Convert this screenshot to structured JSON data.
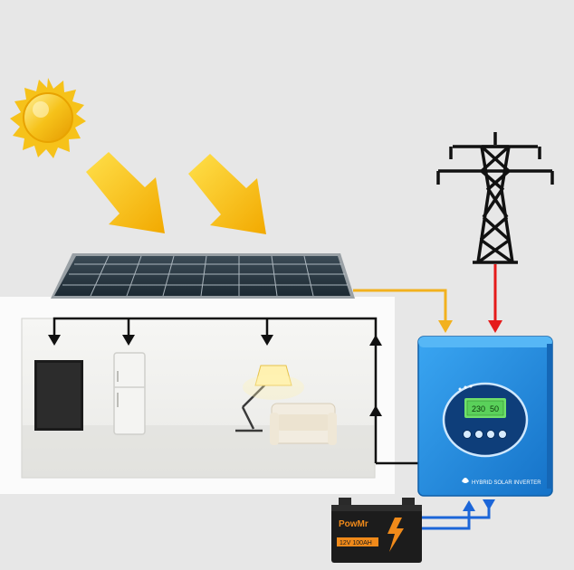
{
  "inverter": {
    "label": "HYBRID SOLAR INVERTER",
    "lcd_line1": "230",
    "lcd_line2": "50"
  },
  "battery": {
    "brand": "PowMr",
    "spec": "12V 100AH"
  },
  "colors": {
    "solar_line": "#f2b11e",
    "grid_line": "#e51b1b",
    "house_line": "#111111",
    "battery_line": "#1c66d8",
    "inverter_body": "#1e8ae0",
    "sun": "#f6c21a",
    "ray_arrow": "#f5c010"
  },
  "icons": [
    "sun-icon",
    "power-pylon-icon",
    "solar-panel-icon",
    "tv-icon",
    "refrigerator-icon",
    "floor-lamp-icon",
    "sofa-icon",
    "inverter-icon",
    "battery-icon"
  ]
}
